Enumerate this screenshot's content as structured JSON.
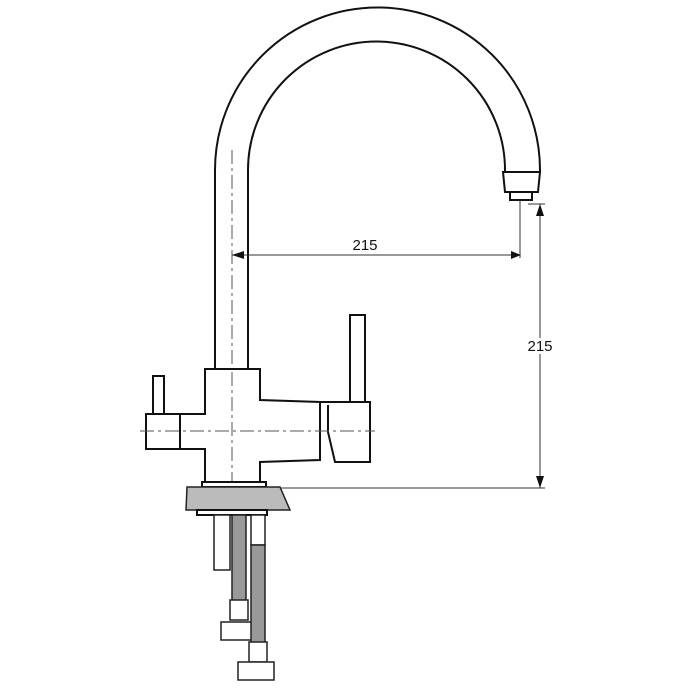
{
  "drawing": {
    "title": "faucet-technical-drawing",
    "dimensions": {
      "spout_reach": "215",
      "spout_height": "215"
    },
    "colors": {
      "line": "#111111",
      "background": "#ffffff"
    }
  }
}
